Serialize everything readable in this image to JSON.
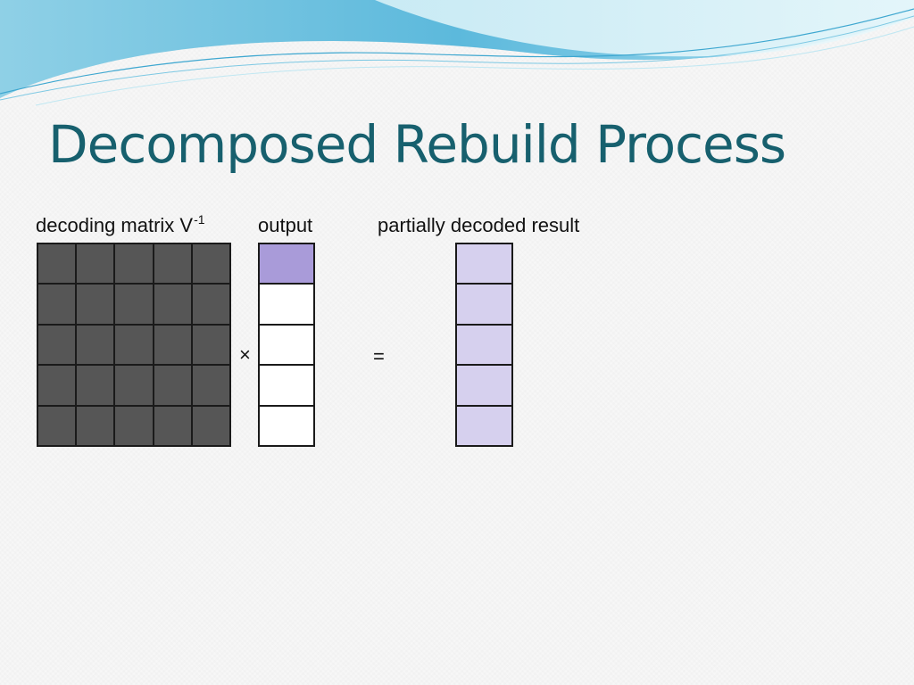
{
  "slide": {
    "title": "Decomposed Rebuild Process"
  },
  "labels": {
    "decoding_matrix": "decoding matrix V",
    "decoding_matrix_sup": "-1",
    "output": "output",
    "partial_result": "partially decoded result"
  },
  "operators": {
    "times": "×",
    "equals": "="
  },
  "matrix": {
    "rows": 5,
    "cols": 5,
    "fill": "#565656"
  },
  "output_vector": {
    "cells": [
      "#a99bd9",
      "#ffffff",
      "#ffffff",
      "#ffffff",
      "#ffffff"
    ]
  },
  "result_vector": {
    "cells": [
      "#d6d0ee",
      "#d6d0ee",
      "#d6d0ee",
      "#d6d0ee",
      "#d6d0ee"
    ]
  },
  "theme": {
    "title_color": "#17606e",
    "wave_light": "#bfe7f2",
    "wave_mid": "#7cc8e3",
    "wave_dark": "#3ea7d0"
  }
}
